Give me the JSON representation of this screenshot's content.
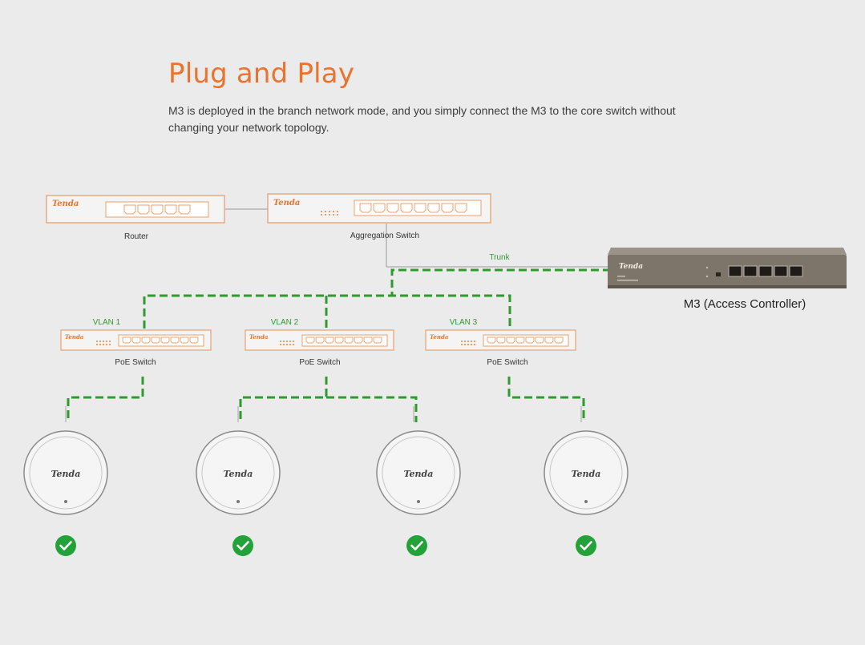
{
  "header": {
    "title": "Plug and Play",
    "description_line1": "M3 is deployed in the branch network mode, and you simply connect the M3 to the core switch without",
    "description_line2": "changing your network topology."
  },
  "devices": {
    "router": {
      "label": "Router",
      "brand": "Tenda"
    },
    "aggregation_switch": {
      "label": "Aggregation Switch",
      "brand": "Tenda"
    },
    "controller": {
      "label": "M3 (Access Controller)",
      "brand": "Tenda",
      "port_count": 5
    },
    "poe_switches": [
      {
        "label": "PoE Switch",
        "vlan": "VLAN 1",
        "brand": "Tenda"
      },
      {
        "label": "PoE Switch",
        "vlan": "VLAN 2",
        "brand": "Tenda"
      },
      {
        "label": "PoE Switch",
        "vlan": "VLAN 3",
        "brand": "Tenda"
      }
    ],
    "access_points": [
      {
        "brand": "Tenda",
        "status": "check"
      },
      {
        "brand": "Tenda",
        "status": "check"
      },
      {
        "brand": "Tenda",
        "status": "check"
      },
      {
        "brand": "Tenda",
        "status": "check"
      }
    ]
  },
  "links": {
    "trunk_label": "Trunk"
  },
  "colors": {
    "accent": "#e8742f",
    "link_green": "#2f9a2f",
    "check_green": "#23a23a",
    "controller_body": "#7d746a"
  }
}
